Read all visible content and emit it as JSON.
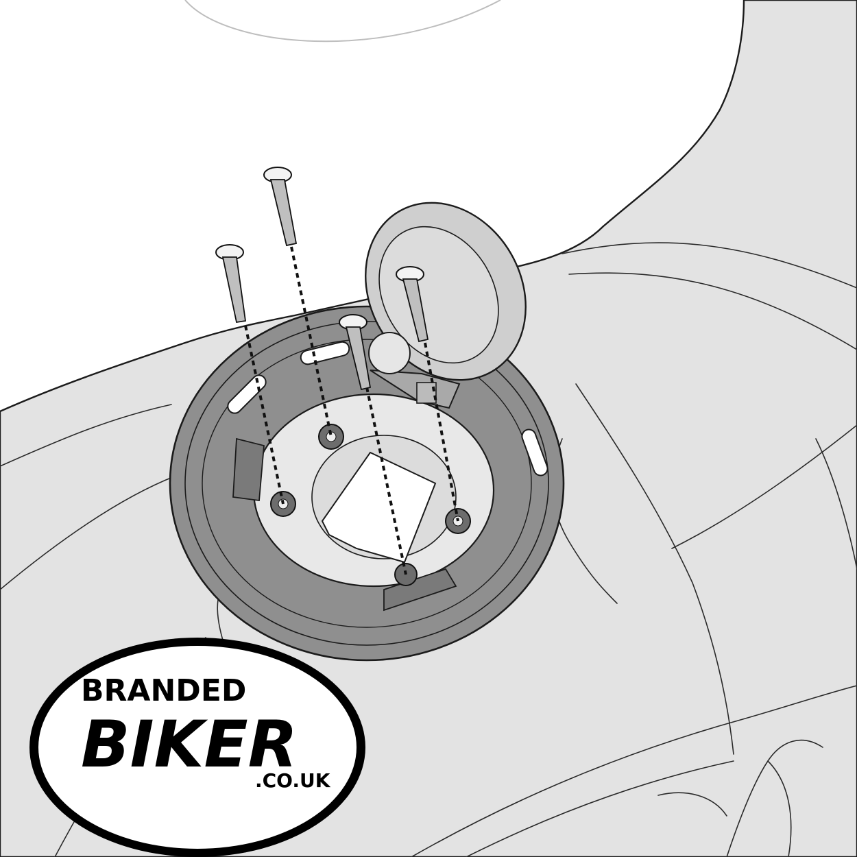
{
  "diagram": {
    "colors": {
      "background": "#ffffff",
      "tank_fill": "#e3e3e3",
      "ring_fill": "#8f8f8f",
      "outline": "#1b1b1b",
      "cap_fill": "#cfcfcf"
    },
    "parts": [
      "fuel-tank",
      "tank-lock-flange-ring",
      "fuel-cap",
      "countersunk-screw"
    ],
    "screw_count": 4
  },
  "logo": {
    "line1": "BRANDED",
    "line2": "BIKER",
    "line3": ".CO.UK",
    "colors": {
      "ink": "#000000",
      "paper": "#ffffff"
    }
  }
}
